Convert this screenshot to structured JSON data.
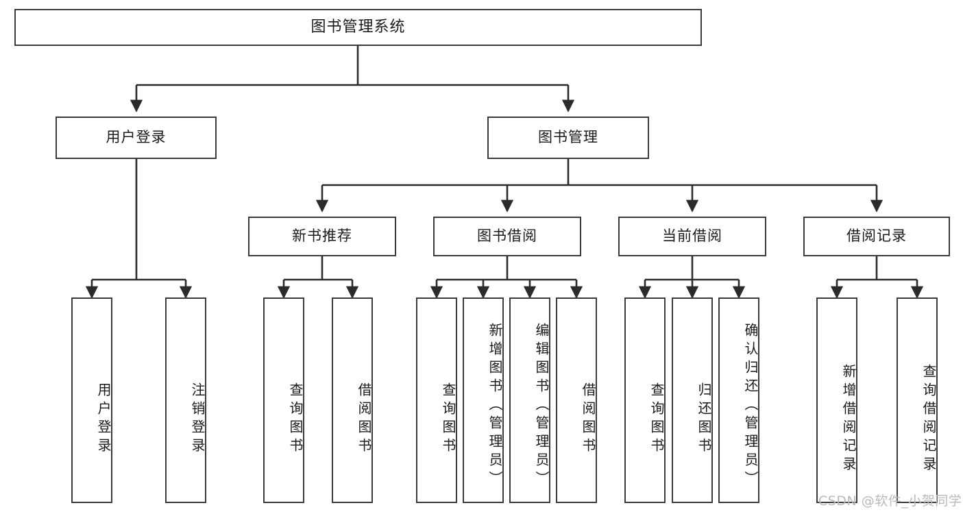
{
  "diagram": {
    "type": "tree-hierarchy",
    "title": "图书管理系统",
    "watermark": "CSDN @软件_小贺同学",
    "colors": {
      "box_border": "#3a3a3a",
      "box_fill": "#ffffff",
      "connector": "#2b2b2b",
      "text": "#1a1a1a",
      "watermark": "#b9b9b9",
      "background": "#ffffff"
    },
    "root": {
      "label": "图书管理系统"
    },
    "level2": [
      {
        "id": "user-login",
        "label": "用户登录"
      },
      {
        "id": "book-management",
        "label": "图书管理"
      }
    ],
    "level3": [
      {
        "id": "new-book-recommend",
        "label": "新书推荐",
        "parent": "book-management"
      },
      {
        "id": "book-borrow",
        "label": "图书借阅",
        "parent": "book-management"
      },
      {
        "id": "current-borrow",
        "label": "当前借阅",
        "parent": "book-management"
      },
      {
        "id": "borrow-record",
        "label": "借阅记录",
        "parent": "book-management"
      }
    ],
    "leaves": {
      "user-login": [
        {
          "id": "leaf-user-login",
          "label": "用户登录"
        },
        {
          "id": "leaf-logout",
          "label": "注销登录"
        }
      ],
      "new-book-recommend": [
        {
          "id": "leaf-query-book-1",
          "label": "查询图书"
        },
        {
          "id": "leaf-borrow-book-1",
          "label": "借阅图书"
        }
      ],
      "book-borrow": [
        {
          "id": "leaf-query-book-2",
          "label": "查询图书"
        },
        {
          "id": "leaf-add-book",
          "label": "新增图书（管理员）"
        },
        {
          "id": "leaf-edit-book",
          "label": "编辑图书（管理员）"
        },
        {
          "id": "leaf-borrow-book-2",
          "label": "借阅图书"
        }
      ],
      "current-borrow": [
        {
          "id": "leaf-query-book-3",
          "label": "查询图书"
        },
        {
          "id": "leaf-return-book",
          "label": "归还图书"
        },
        {
          "id": "leaf-confirm-return",
          "label": "确认归还（管理员）"
        }
      ],
      "borrow-record": [
        {
          "id": "leaf-add-record",
          "label": "新增借阅记录"
        },
        {
          "id": "leaf-query-record",
          "label": "查询借阅记录"
        }
      ]
    }
  }
}
